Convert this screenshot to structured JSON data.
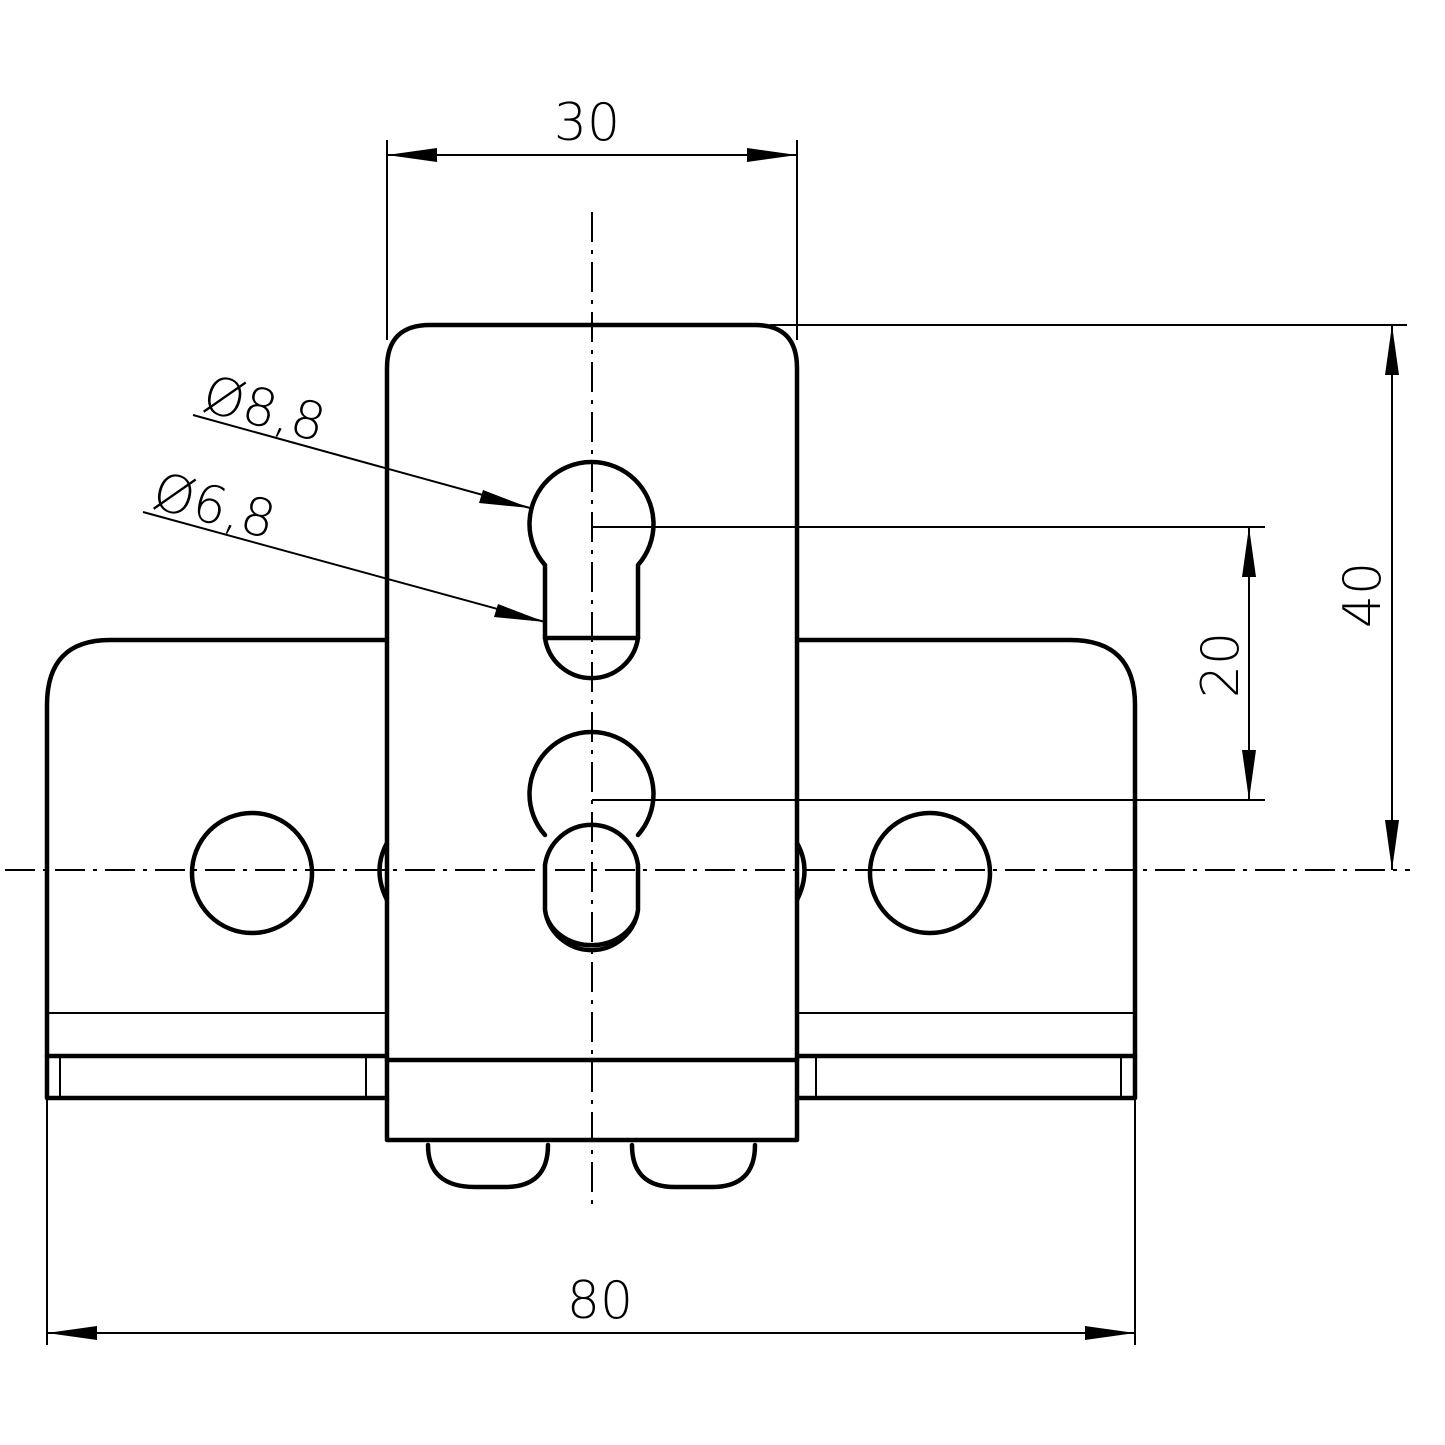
{
  "drawing": {
    "dimensions": {
      "width_top": "30",
      "height_total": "40",
      "hole_spacing": "20",
      "width_total": "80",
      "dia_large": "Ø8,8",
      "dia_small": "Ø6,8"
    },
    "colors": {
      "line": "#000000",
      "background": "#ffffff"
    }
  }
}
